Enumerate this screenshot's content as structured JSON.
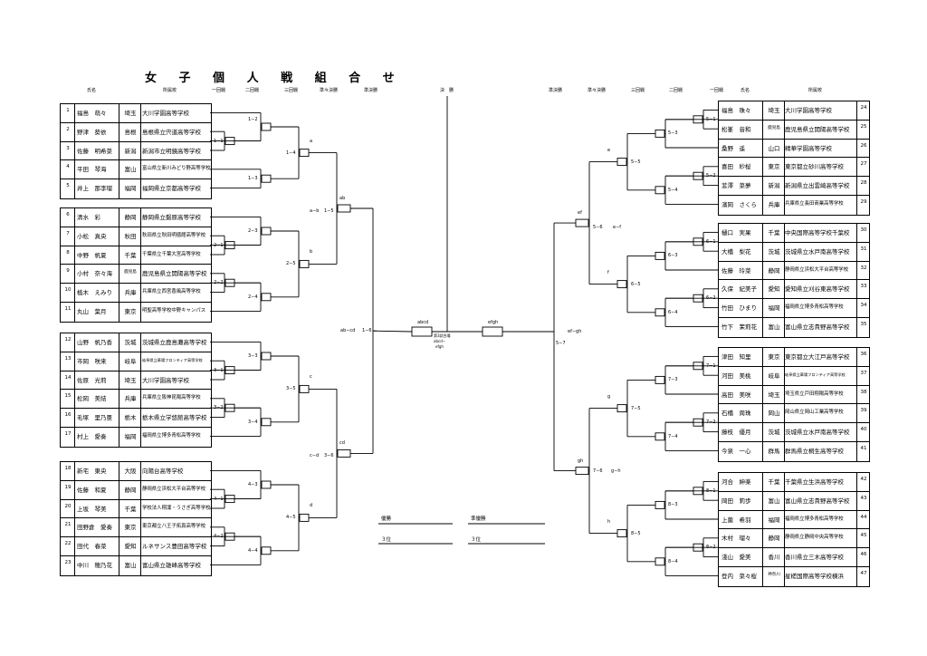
{
  "title": "女 子 個 人 戦 組 合 せ",
  "headers": {
    "left": {
      "name": "氏名",
      "school": "所属校",
      "r1": "一回戦",
      "r2": "二回戦",
      "r3": "三回戦",
      "qq": "準々決勝",
      "semi": "準決勝"
    },
    "final": "決　勝",
    "right": {
      "semi": "準決勝",
      "qq": "準々決勝",
      "r3": "三回戦",
      "r2": "二回戦",
      "r1": "一回戦",
      "name": "氏名",
      "school": "所属校"
    }
  },
  "left_players": [
    {
      "num": "1",
      "name": "福島　萌々",
      "pref": "埼玉",
      "school": "大川学園高等学校"
    },
    {
      "num": "2",
      "name": "野津　葵依",
      "pref": "島根",
      "school": "島根県立宍道高等学校"
    },
    {
      "num": "3",
      "name": "佐藤　明希菜",
      "pref": "新潟",
      "school": "新潟市立明鏡高等学校"
    },
    {
      "num": "4",
      "name": "平田　琴海",
      "pref": "富山",
      "school": "富山県立新川みどり野高等学校"
    },
    {
      "num": "5",
      "name": "井上　那李瑠",
      "pref": "福岡",
      "school": "福岡県立京都高等学校"
    },
    {
      "num": "6",
      "name": "清水　彩",
      "pref": "静岡",
      "school": "静岡県立磐原高等学校"
    },
    {
      "num": "7",
      "name": "小松　真央",
      "pref": "秋田",
      "school": "秋田県立秋田明徳館高等学校"
    },
    {
      "num": "8",
      "name": "中野　帆夏",
      "pref": "千葉",
      "school": "千葉県立千葉大宮高等学校"
    },
    {
      "num": "9",
      "name": "小村　奈々海",
      "pref": "鹿児島",
      "school": "鹿児島県立開陽高等学校"
    },
    {
      "num": "10",
      "name": "植木　えみり",
      "pref": "兵庫",
      "school": "兵庫県立西宮香風高等学校"
    },
    {
      "num": "11",
      "name": "丸山　葉月",
      "pref": "東京",
      "school": "明聖高等学校中野キャンパス"
    },
    {
      "num": "12",
      "name": "山野　帆乃香",
      "pref": "茨城",
      "school": "茨城県立鹿島灘高等学校"
    },
    {
      "num": "13",
      "name": "市岡　咲来",
      "pref": "岐阜",
      "school": "岐阜県立華陽フロンティア高等学校"
    },
    {
      "num": "14",
      "name": "佐原　光莉",
      "pref": "埼玉",
      "school": "大川学園高等学校"
    },
    {
      "num": "15",
      "name": "松岡　美結",
      "pref": "兵庫",
      "school": "兵庫県立阪神昆陽高等学校"
    },
    {
      "num": "16",
      "name": "毛塚　里乃亜",
      "pref": "栃木",
      "school": "栃木県立学悠館高等学校"
    },
    {
      "num": "17",
      "name": "村上　愛奏",
      "pref": "福岡",
      "school": "福岡県立博多青松高等学校"
    },
    {
      "num": "18",
      "name": "新宅　東央",
      "pref": "大阪",
      "school": "向陽台高等学校"
    },
    {
      "num": "19",
      "name": "佐藤　和夏",
      "pref": "静岡",
      "school": "静岡県立浜松大平台高等学校"
    },
    {
      "num": "20",
      "name": "上坂　琴美",
      "pref": "千葉",
      "school": "学校法人翔凜・うさぎ高等学校"
    },
    {
      "num": "21",
      "name": "田野倉　愛奏",
      "pref": "東京",
      "school": "東京都立八王子拓真高等学校"
    },
    {
      "num": "22",
      "name": "田代　春菜",
      "pref": "愛知",
      "school": "ルネサンス豊田高等学校"
    },
    {
      "num": "23",
      "name": "中川　穂乃花",
      "pref": "富山",
      "school": "富山県立雄峰高等学校"
    }
  ],
  "right_players": [
    {
      "num": "24",
      "name": "福島　珠々",
      "pref": "埼玉",
      "school": "大川学園高等学校"
    },
    {
      "num": "25",
      "name": "松峯　音和",
      "pref": "鹿児島",
      "school": "鹿児島県立開陽高等学校"
    },
    {
      "num": "26",
      "name": "桑野　遥",
      "pref": "山口",
      "school": "精華学園高等学校"
    },
    {
      "num": "27",
      "name": "喜田　紗桜",
      "pref": "東京",
      "school": "東京都立砂川高等学校"
    },
    {
      "num": "28",
      "name": "韮澤　菜夢",
      "pref": "新潟",
      "school": "新潟県立出雲崎高等学校"
    },
    {
      "num": "29",
      "name": "濱岡　さくら",
      "pref": "兵庫",
      "school": "兵庫県立長田商業高等学校"
    },
    {
      "num": "30",
      "name": "樋口　実果",
      "pref": "千葉",
      "school": "中央国際高等学校千葉校"
    },
    {
      "num": "31",
      "name": "大橋　梨花",
      "pref": "茨城",
      "school": "茨城県立水戸南高等学校"
    },
    {
      "num": "32",
      "name": "佐藤　玲菜",
      "pref": "静岡",
      "school": "静岡県立浜松大平台高等学校"
    },
    {
      "num": "33",
      "name": "久保　紀美子",
      "pref": "愛知",
      "school": "愛知県立刈谷東高等学校"
    },
    {
      "num": "34",
      "name": "竹田　ひまり",
      "pref": "福岡",
      "school": "福岡県立博多青松高等学校"
    },
    {
      "num": "35",
      "name": "竹下　茉莉花",
      "pref": "富山",
      "school": "富山県立志貴野高等学校"
    },
    {
      "num": "36",
      "name": "津田　知里",
      "pref": "東京",
      "school": "東京都立大江戸高等学校"
    },
    {
      "num": "37",
      "name": "河田　美桃",
      "pref": "岐阜",
      "school": "岐阜県立華陽フロンティア高等学校"
    },
    {
      "num": "38",
      "name": "高田　美咲",
      "pref": "埼玉",
      "school": "埼玉県立戸田翔陽高等学校"
    },
    {
      "num": "39",
      "name": "石橋　周珠",
      "pref": "岡山",
      "school": "岡山県立岡山工業高等学校"
    },
    {
      "num": "40",
      "name": "藤枝　優月",
      "pref": "茨城",
      "school": "茨城県立水戸南高等学校"
    },
    {
      "num": "41",
      "name": "今泉　一心",
      "pref": "群馬",
      "school": "群馬県立桐生高等学校"
    },
    {
      "num": "42",
      "name": "河合　紳楽",
      "pref": "千葉",
      "school": "千葉県立生浜高等学校"
    },
    {
      "num": "43",
      "name": "岡田　莉歩",
      "pref": "富山",
      "school": "富山県立志貴野高等学校"
    },
    {
      "num": "44",
      "name": "上薗　希羽",
      "pref": "福岡",
      "school": "福岡県立博多青松高等学校"
    },
    {
      "num": "45",
      "name": "木村　瑠々",
      "pref": "静岡",
      "school": "静岡県立静岡中央高等学校"
    },
    {
      "num": "46",
      "name": "淺山　愛美",
      "pref": "香川",
      "school": "香川県立三木高等学校"
    },
    {
      "num": "47",
      "name": "登内　菜々桜",
      "pref": "神奈川",
      "school": "星槎国際高等学校横浜"
    }
  ],
  "match_labels": {
    "left_r1": [
      "1−1",
      "2−1",
      "3−1",
      "3−2",
      "4−1",
      "4−2"
    ],
    "left_r2": [
      "1−2",
      "1−3",
      "2−3",
      "2−4",
      "3−3",
      "3−4",
      "4−3",
      "4−4"
    ],
    "left_r3": [
      "1−4",
      "2−5",
      "3−5",
      "4−5"
    ],
    "left_r3_results": [
      "a",
      "b",
      "c",
      "d"
    ],
    "left_qq": [
      "a−b",
      "c−d"
    ],
    "left_qq_results": [
      "ab",
      "cd"
    ],
    "left_semi": [
      "1−5",
      "3−6"
    ],
    "right_r1": [
      "5−1",
      "5−2",
      "6−1",
      "6−2",
      "7−1",
      "7−2",
      "8−1",
      "8−2"
    ],
    "right_r2": [
      "5−3",
      "5−4",
      "6−3",
      "6−4",
      "7−3",
      "7−4",
      "8−3",
      "8−4"
    ],
    "right_r3": [
      "5−5",
      "6−5",
      "7−5",
      "8−5"
    ],
    "right_r3_results": [
      "e",
      "f",
      "g",
      "h"
    ],
    "right_qq": [
      "e−f",
      "g−h"
    ],
    "right_qq_results": [
      "ef",
      "gh"
    ],
    "right_semi": [
      "5−6",
      "7−6"
    ],
    "semi_left": "ab−cd",
    "semi_left_num": "1−6",
    "semi_right": "ef−gh",
    "semi_right_num": "5−7",
    "final_left": "abcd",
    "final_right": "efgh",
    "third_place": [
      "第3試合場",
      "abcd−",
      "efgh"
    ]
  },
  "results": {
    "winner": "優勝",
    "runner_up": "準優勝",
    "third_a": "３位",
    "third_b": "３位"
  }
}
